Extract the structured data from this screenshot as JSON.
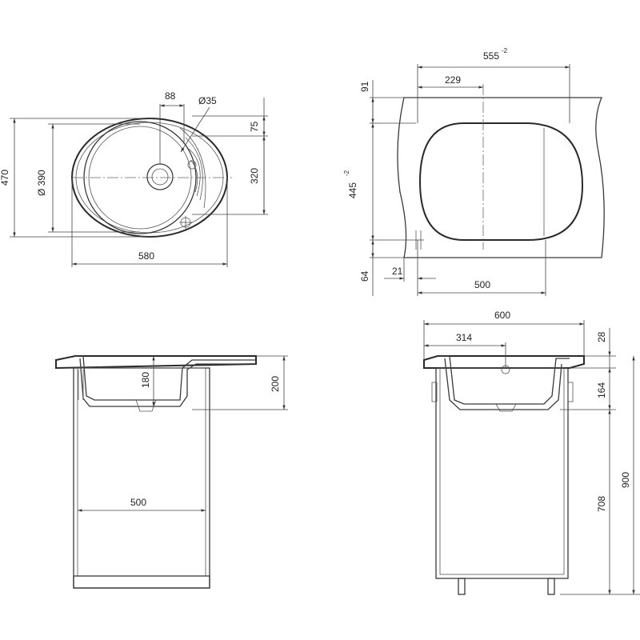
{
  "top_view": {
    "dim_88": "88",
    "dim_d35": "Ø35",
    "dim_75": "75",
    "dim_470": "470",
    "dim_d390": "Ø 390",
    "dim_320": "320",
    "dim_580": "580"
  },
  "cutout_view": {
    "dim_555": "555",
    "dim_555_tol": "-2",
    "dim_229": "229",
    "dim_91": "91",
    "dim_445": "445",
    "dim_445_tol": "-2",
    "dim_64": "64",
    "dim_21": "21",
    "dim_500": "500"
  },
  "front_section": {
    "dim_180": "180",
    "dim_200": "200",
    "dim_500": "500"
  },
  "side_section": {
    "dim_600": "600",
    "dim_314": "314",
    "dim_28": "28",
    "dim_164": "164",
    "dim_708": "708",
    "dim_900": "900"
  }
}
